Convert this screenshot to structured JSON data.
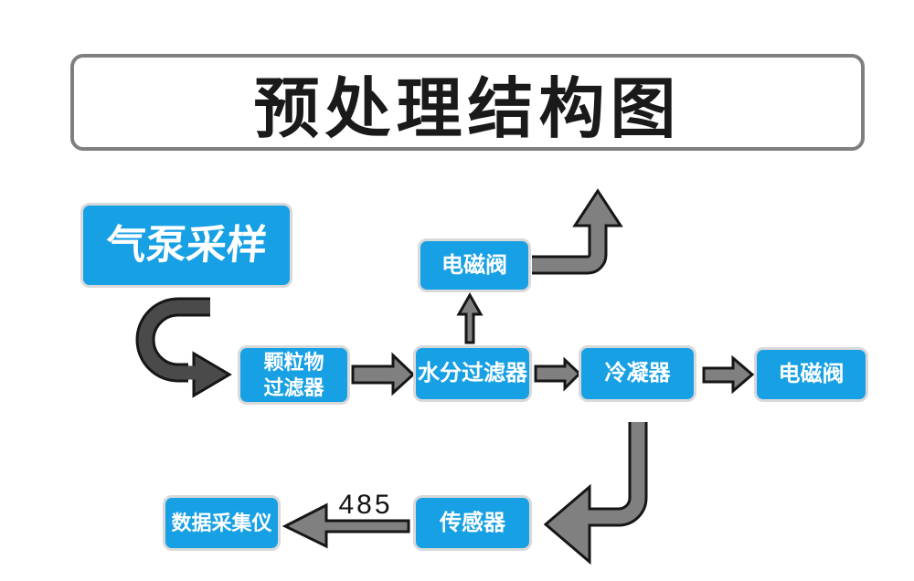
{
  "title": "预处理结构图",
  "colors": {
    "node_blue": "#18a0e4",
    "node_border": "#d9d9d9",
    "arrow_gray": "#808080",
    "arrow_dark": "#4a4a4a",
    "arrow_outline": "#161616",
    "title_border": "#7f7f7f",
    "text_white": "#ffffff"
  },
  "nodes": {
    "air_pump": {
      "label": "气泵采样"
    },
    "solenoid_top": {
      "label": "电磁阀"
    },
    "particulate_filter": {
      "line1": "颗粒物",
      "line2": "过滤器"
    },
    "moisture_filter": {
      "label": "水分过滤器"
    },
    "condenser": {
      "label": "冷凝器"
    },
    "solenoid_right": {
      "label": "电磁阀"
    },
    "data_collector": {
      "label": "数据采集仪"
    },
    "sensor": {
      "label": "传感器"
    }
  },
  "annotations": {
    "bus_label": "485"
  }
}
